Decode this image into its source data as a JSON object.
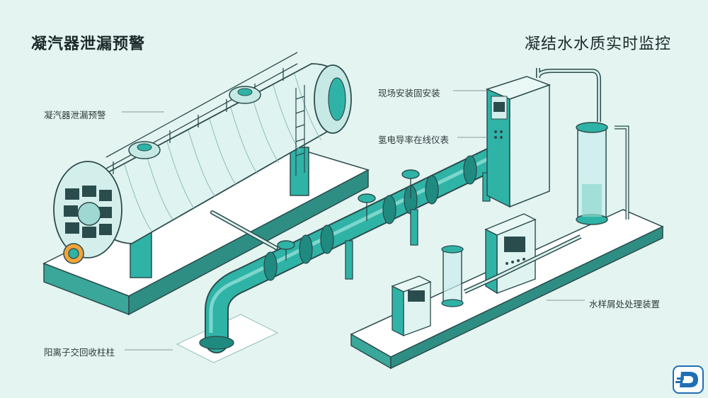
{
  "titles": {
    "left": "凝汽器泄漏预警",
    "right": "凝结水水质实时监控"
  },
  "labels": {
    "leak_warning": "凝汽器泄漏预警",
    "onsite_install": "现场安装固安装",
    "hydrogen_conductivity": "氢电导率在线仪表",
    "sample_treatment": "水样屑处处理装置",
    "cation_column": "阳离子交回收柱柱"
  },
  "icons": {
    "logo": "blue-d-logo-icon",
    "condenser": "condenser-tank-icon",
    "valve": "handwheel-valve-icon",
    "analyzer": "analyzer-panel-icon",
    "column": "exchange-column-icon"
  },
  "colors": {
    "background": "#e4f4f1",
    "pipe": "#2fb3a7",
    "pipe_dark": "#1f8a80",
    "platform": "#3aa79a",
    "equipment": "#dff3f1",
    "outline": "#2b4c4c",
    "logo_blue": "#1f6fb4"
  }
}
